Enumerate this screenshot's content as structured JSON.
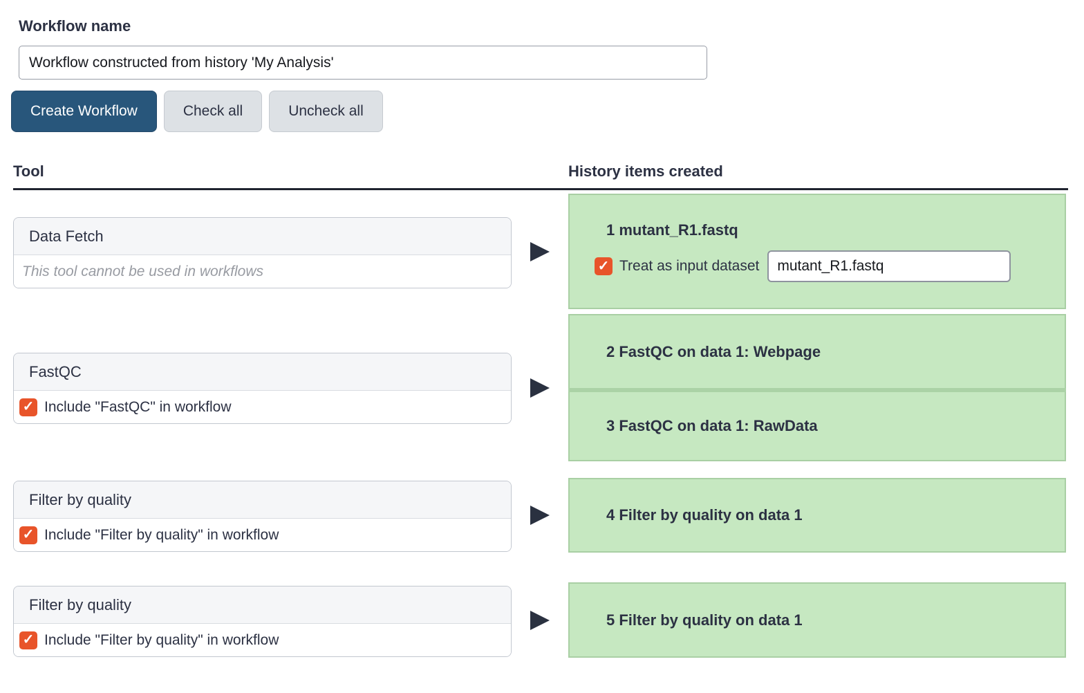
{
  "form": {
    "name_label": "Workflow name",
    "name_value": "Workflow constructed from history 'My Analysis'",
    "create_button": "Create Workflow",
    "check_all_button": "Check all",
    "uncheck_all_button": "Uncheck all"
  },
  "table": {
    "tool_header": "Tool",
    "history_header": "History items created",
    "rows": [
      {
        "tool": {
          "title": "Data Fetch",
          "note": "This tool cannot be used in workflows"
        },
        "items": [
          {
            "label": "1 mutant_R1.fastq",
            "checkbox_label": "Treat as input dataset",
            "checkbox_checked": true,
            "input_value": "mutant_R1.fastq"
          }
        ]
      },
      {
        "tool": {
          "title": "FastQC",
          "checkbox_label": "Include \"FastQC\" in workflow",
          "checkbox_checked": true
        },
        "items": [
          {
            "label": "2 FastQC on data 1: Webpage"
          },
          {
            "label": "3 FastQC on data 1: RawData"
          }
        ]
      },
      {
        "tool": {
          "title": "Filter by quality",
          "checkbox_label": "Include \"Filter by quality\" in workflow",
          "checkbox_checked": true
        },
        "items": [
          {
            "label": "4 Filter by quality on data 1"
          }
        ]
      },
      {
        "tool": {
          "title": "Filter by quality",
          "checkbox_label": "Include \"Filter by quality\" in workflow",
          "checkbox_checked": true
        },
        "items": [
          {
            "label": "5 Filter by quality on data 1"
          }
        ]
      }
    ]
  },
  "icons": {
    "arrow_right": "triangle-right-icon",
    "checkbox_check": "checkmark-icon"
  },
  "colors": {
    "primary_button": "#28567b",
    "secondary_button": "#dde1e5",
    "checkbox_orange": "#e8542a",
    "history_item_green": "#c6e8c1",
    "history_item_border": "#a9cfa4",
    "text_dark": "#2c3143",
    "header_rule": "#20242f"
  }
}
